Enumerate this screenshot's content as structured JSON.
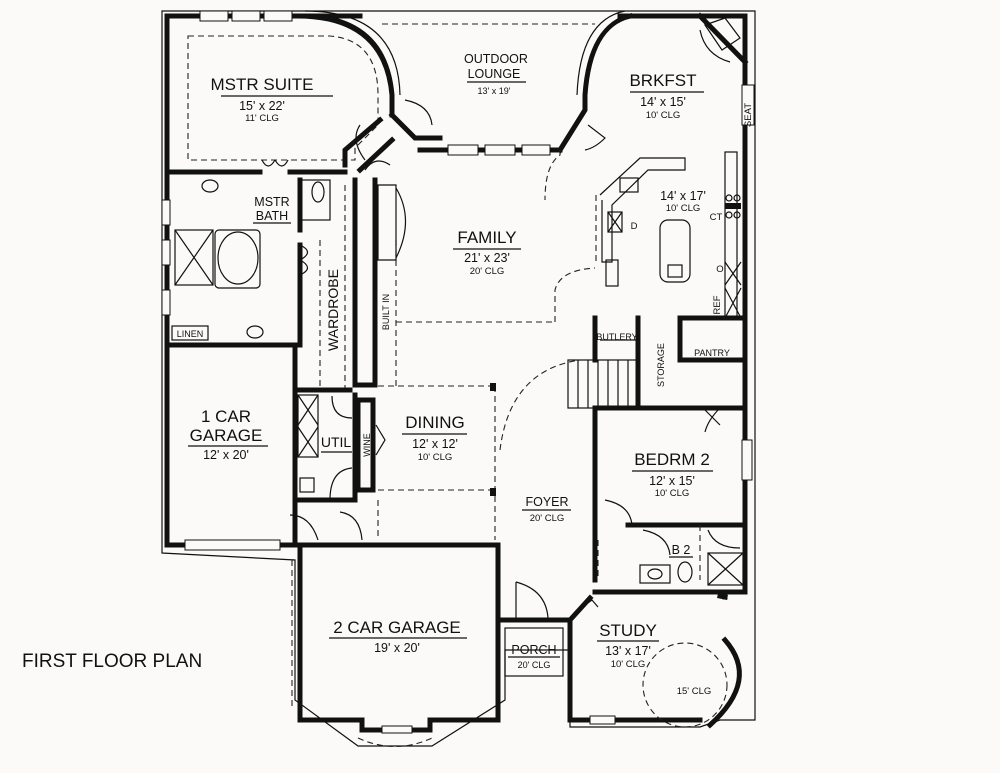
{
  "plan_title": "FIRST FLOOR PLAN",
  "rooms": {
    "mstr_suite": {
      "name": "MSTR SUITE",
      "size": "15' x 22'",
      "ceiling": "11' CLG"
    },
    "outdoor_lounge": {
      "name_line1": "OUTDOOR",
      "name_line2": "LOUNGE",
      "size": "13' x 19'"
    },
    "brkfst": {
      "name": "BRKFST",
      "size": "14' x 15'",
      "ceiling": "10' CLG"
    },
    "kitchen": {
      "size": "14' x 17'",
      "ceiling": "10' CLG"
    },
    "mstr_bath": {
      "name_line1": "MSTR",
      "name_line2": "BATH"
    },
    "family": {
      "name": "FAMILY",
      "size": "21' x 23'",
      "ceiling": "20' CLG"
    },
    "wardrobe": {
      "name": "WARDROBE"
    },
    "built_in": {
      "name": "BUILT IN"
    },
    "linen": {
      "name": "LINEN"
    },
    "butlery": {
      "name": "BUTLERY"
    },
    "storage": {
      "name": "STORAGE"
    },
    "pantry": {
      "name": "PANTRY"
    },
    "one_car_garage": {
      "name_line1": "1 CAR",
      "name_line2": "GARAGE",
      "size": "12' x 20'"
    },
    "util": {
      "name": "UTIL"
    },
    "wine": {
      "name": "WINE"
    },
    "dining": {
      "name": "DINING",
      "size": "12' x 12'",
      "ceiling": "10' CLG"
    },
    "bedrm2": {
      "name": "BEDRM 2",
      "size": "12' x 15'",
      "ceiling": "10' CLG"
    },
    "foyer": {
      "name": "FOYER",
      "ceiling": "20' CLG"
    },
    "b2": {
      "name": "B 2"
    },
    "two_car_garage": {
      "name": "2 CAR GARAGE",
      "size": "19' x 20'"
    },
    "porch": {
      "name": "PORCH",
      "ceiling": "20' CLG"
    },
    "study": {
      "name": "STUDY",
      "size": "13' x 17'",
      "ceiling": "10' CLG",
      "turret_ceiling": "15' CLG"
    }
  },
  "fixtures": {
    "seat": "SEAT",
    "dishwasher": "D",
    "cooktop": "CT",
    "oven": "O",
    "refrigerator": "REF"
  }
}
